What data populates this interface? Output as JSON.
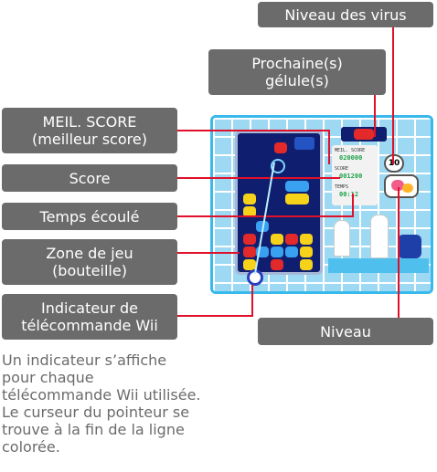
{
  "callouts": {
    "virus_level": "Niveau des virus",
    "next_capsules": "Prochaine(s)\ngélule(s)",
    "best_score": "MEIL. SCORE\n(meilleur score)",
    "score": "Score",
    "elapsed_time": "Temps écoulé",
    "play_area": "Zone de jeu\n(bouteille)",
    "remote_indicator": "Indicateur de\ntélécommande Wii",
    "level": "Niveau"
  },
  "note": "Un indicateur s’affiche\npour chaque\ntélécommande Wii utilisée.\nLe curseur du pointeur se\ntrouve à la fin de la ligne\ncolorée.",
  "game_screen": {
    "best_score_label": "MEIL. SCORE",
    "best_score_value": "020000",
    "score_label": "SCORE",
    "score_value": "001200",
    "time_label": "TEMPS",
    "time_value": "00:12",
    "virus_count": "10"
  },
  "colors": {
    "callout_bg": "#6b6b6b",
    "leader_line": "#e0102a",
    "frame_border": "#39b9ec",
    "bottle_bg": "#0f1e6e"
  }
}
